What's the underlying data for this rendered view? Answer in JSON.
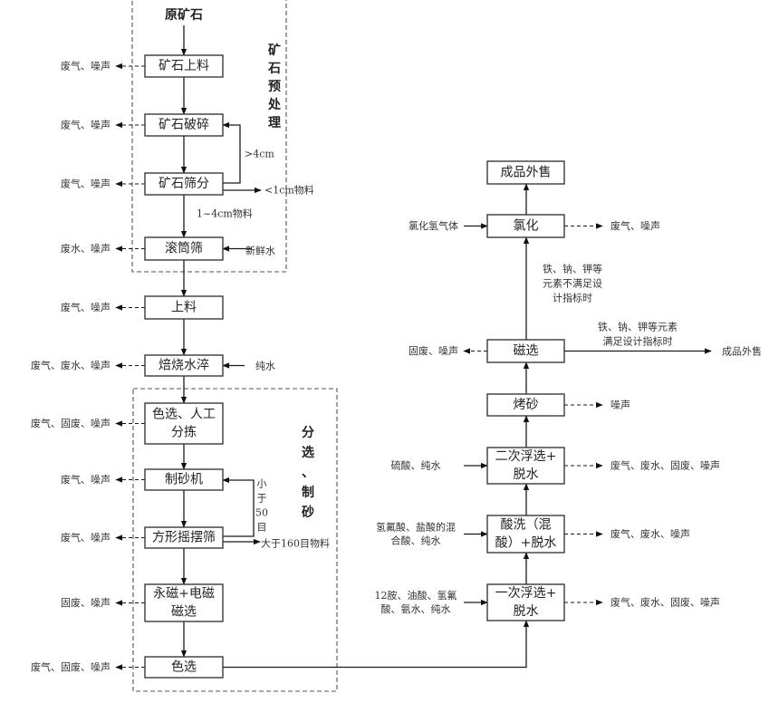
{
  "title": "原矿石",
  "groups": {
    "pretreatment": "矿石预处理",
    "sorting": "分选、制砂"
  },
  "left_steps": [
    {
      "id": "ore-feeding",
      "lines": [
        "矿石上料"
      ],
      "emission": "废气、噪声"
    },
    {
      "id": "ore-crushing",
      "lines": [
        "矿石破碎"
      ],
      "emission": "废气、噪声"
    },
    {
      "id": "ore-screening",
      "lines": [
        "矿石筛分"
      ],
      "emission": "废气、噪声"
    },
    {
      "id": "drum-screen",
      "lines": [
        "滚筒筛"
      ],
      "emission": "废水、噪声",
      "input": "新鲜水"
    },
    {
      "id": "feeding",
      "lines": [
        "上料"
      ],
      "emission": "废气、噪声"
    },
    {
      "id": "roasting-quenching",
      "lines": [
        "焙烧水淬"
      ],
      "emission": "废气、废水、噪声",
      "input": "纯水"
    },
    {
      "id": "color-manual-sorting",
      "lines": [
        "色选、人工",
        "分拣"
      ],
      "emission": "废气、固废、噪声"
    },
    {
      "id": "sand-maker",
      "lines": [
        "制砂机"
      ],
      "emission": "废气、噪声"
    },
    {
      "id": "square-swing-screen",
      "lines": [
        "方形摇摆筛"
      ],
      "emission": "废气、噪声"
    },
    {
      "id": "magnetic-separation",
      "lines": [
        "永磁+电磁",
        "磁选"
      ],
      "emission": "固废、噪声"
    },
    {
      "id": "color-sorting",
      "lines": [
        "色选"
      ],
      "emission": "废气、固废、噪声"
    }
  ],
  "left_annotations": {
    "gt4cm": ">4cm",
    "lt1cm": "<1cm物料",
    "mid_1_4cm": "1~4cm物料",
    "lt50mesh": [
      "小",
      "于",
      "50",
      "目"
    ],
    "gt160mesh": "大于160目物料"
  },
  "right_steps": [
    {
      "id": "product-sale-top",
      "lines": [
        "成品外售"
      ]
    },
    {
      "id": "chlorination",
      "lines": [
        "氯化"
      ],
      "input": "氯化氢气体",
      "emission": "废气、噪声"
    },
    {
      "id": "magnetic-sep-2",
      "lines": [
        "磁选"
      ],
      "emission_left": "固废、噪声"
    },
    {
      "id": "sand-baking",
      "lines": [
        "烤砂"
      ],
      "emission": "噪声"
    },
    {
      "id": "second-flotation",
      "lines": [
        "二次浮选+",
        "脱水"
      ],
      "input": [
        "硫酸、纯水"
      ],
      "emission": "废气、废水、固废、噪声"
    },
    {
      "id": "acid-washing",
      "lines": [
        "酸洗（混",
        "酸）+脱水"
      ],
      "input": [
        "氢氟酸、盐酸的混",
        "合酸、纯水"
      ],
      "emission": "废气、废水、噪声"
    },
    {
      "id": "first-flotation",
      "lines": [
        "一次浮选+",
        "脱水"
      ],
      "input": [
        "12胺、油酸、氢氟",
        "酸、氨水、纯水"
      ],
      "emission": "废气、废水、固废、噪声"
    }
  ],
  "right_annotations": {
    "not_meet": [
      "铁、钠、钾等",
      "元素不满足设",
      "计指标时"
    ],
    "meet": [
      "铁、钠、钾等元素",
      "满足设计指标时"
    ],
    "meet_output": "成品外售"
  }
}
